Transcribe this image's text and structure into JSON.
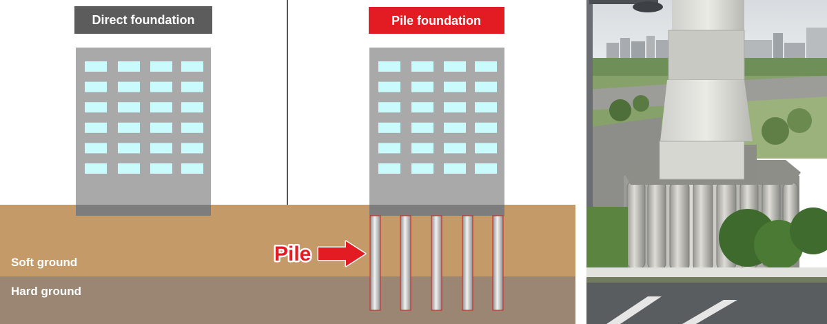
{
  "diagram": {
    "titles": {
      "direct": "Direct foundation",
      "pile": "Pile foundation"
    },
    "labels": {
      "pile": "Pile",
      "soft_ground": "Soft ground",
      "hard_ground": "Hard ground"
    },
    "colors": {
      "direct_title_bg": "#5c5c5c",
      "pile_title_bg": "#e31b23",
      "building": "#a9a9a9",
      "building_base": "#7d7d7d",
      "window": "#c9fbfc",
      "soft_ground": "#c49a68",
      "hard_ground": "#9a8672",
      "pile_outline": "#d42020",
      "arrow": "#e31b23"
    }
  },
  "photo": {
    "subject": "bridge-pier-on-pile-foundation",
    "description_icon": "photo-icon"
  }
}
